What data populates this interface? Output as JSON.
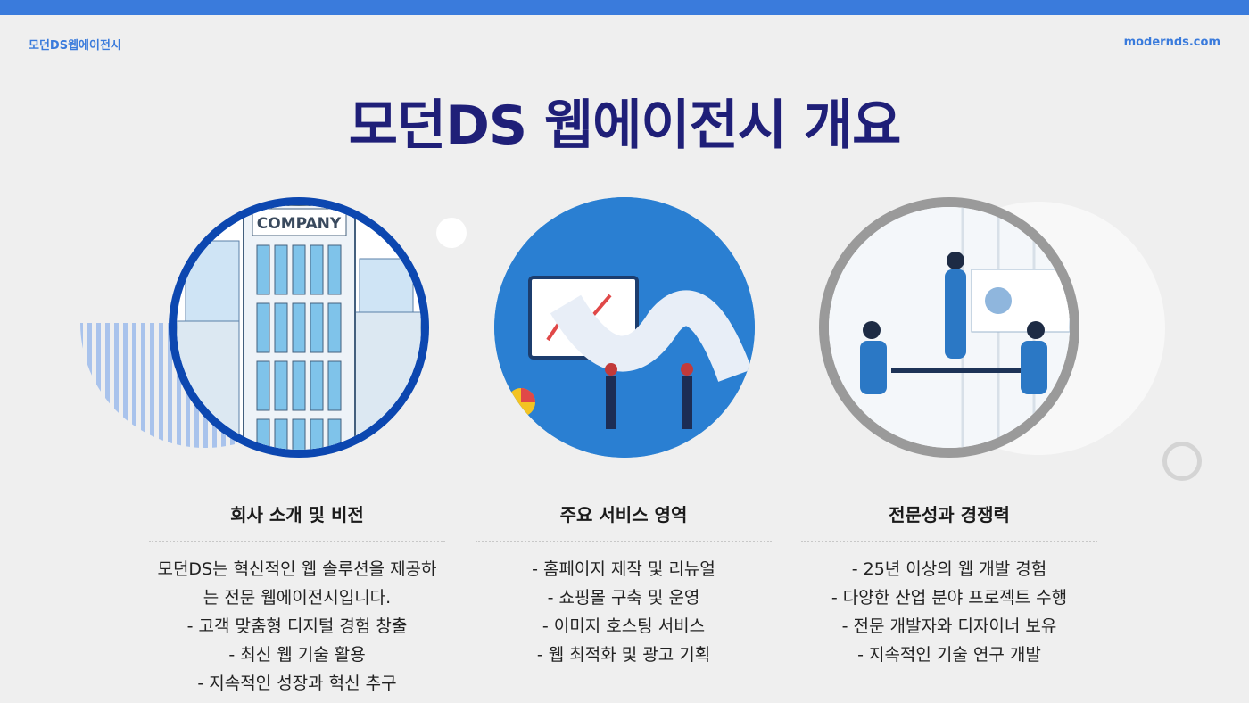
{
  "header": {
    "brand": "모던DS웹에이전시",
    "domain": "modernds.com"
  },
  "title": "모던DS 웹에이전시 개요",
  "colors": {
    "accent": "#3a7bdc",
    "title": "#1f1f78"
  },
  "images": [
    {
      "label": "COMPANY",
      "icon": "office-building-illustration"
    },
    {
      "icon": "data-analytics-illustration"
    },
    {
      "icon": "team-meeting-illustration"
    }
  ],
  "columns": [
    {
      "heading": "회사 소개 및 비전",
      "lines": [
        "모던DS는 혁신적인 웹 솔루션을 제공하",
        "는 전문 웹에이전시입니다.",
        "- 고객 맞춤형 디지털 경험 창출",
        "- 최신 웹 기술 활용",
        "- 지속적인 성장과 혁신 추구"
      ]
    },
    {
      "heading": "주요 서비스 영역",
      "lines": [
        "- 홈페이지 제작 및 리뉴얼",
        "- 쇼핑몰 구축 및 운영",
        "- 이미지 호스팅 서비스",
        "- 웹 최적화 및 광고 기획"
      ]
    },
    {
      "heading": "전문성과 경쟁력",
      "lines": [
        "- 25년 이상의 웹 개발 경험",
        "- 다양한 산업 분야 프로젝트 수행",
        "- 전문 개발자와 디자이너 보유",
        "- 지속적인 기술 연구 개발"
      ]
    }
  ]
}
